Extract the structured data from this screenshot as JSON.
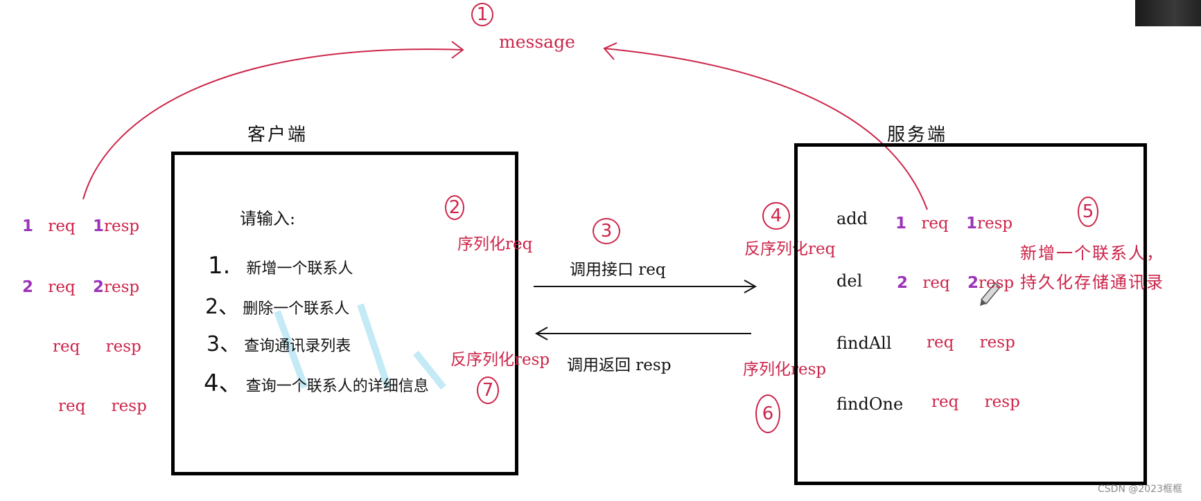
{
  "top": {
    "message": "message",
    "step1": "1"
  },
  "client": {
    "title": "客户端",
    "prompt": "请输入:",
    "menu": [
      {
        "num": "1.",
        "text": "新增一个联系人"
      },
      {
        "num": "2、",
        "text": "删除一个联系人"
      },
      {
        "num": "3、",
        "text": "查询通讯录列表"
      },
      {
        "num": "4、",
        "text": "查询一个联系人的详细信息"
      }
    ]
  },
  "server": {
    "title": "服务端",
    "methods": [
      "add",
      "del",
      "findAll",
      "findOne"
    ],
    "note_line1": "新增一个联系人，",
    "note_line2": "持久化存储通讯录"
  },
  "left_list": [
    {
      "num": "1",
      "req": "req",
      "num2": "1",
      "resp": "resp"
    },
    {
      "num": "2",
      "req": "req",
      "num2": "2",
      "resp": "resp"
    },
    {
      "num": "",
      "req": "req",
      "num2": "",
      "resp": "resp"
    },
    {
      "num": "",
      "req": "req",
      "num2": "",
      "resp": "resp"
    }
  ],
  "server_list": [
    {
      "num": "1",
      "req": "req",
      "num2": "1",
      "resp": "resp"
    },
    {
      "num": "2",
      "req": "req",
      "num2": "2",
      "resp": "resp"
    },
    {
      "num": "",
      "req": "req",
      "num2": "",
      "resp": "resp"
    },
    {
      "num": "",
      "req": "req",
      "num2": "",
      "resp": "resp"
    }
  ],
  "labels": {
    "serialize_req": "序列化req",
    "call_interface": "调用接口 req",
    "deserialize_req": "反序列化req",
    "deserialize_resp": "反序列化resp",
    "call_return": "调用返回 resp",
    "serialize_resp": "序列化resp"
  },
  "steps": {
    "s2": "2",
    "s3": "3",
    "s4": "4",
    "s5": "5",
    "s6": "6",
    "s7": "7"
  },
  "watermark": "CSDN @2023框框"
}
